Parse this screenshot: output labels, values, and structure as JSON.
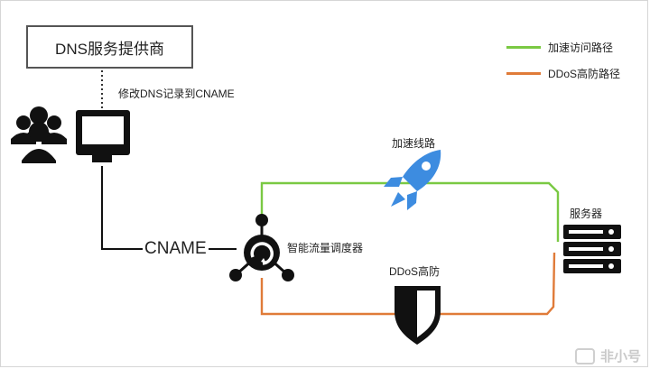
{
  "dns_provider": {
    "label": "DNS服务提供商"
  },
  "step_label": "修改DNS记录到CNAME",
  "cname_label": "CNAME",
  "scheduler_label": "智能流量调度器",
  "accel_line_label": "加速线路",
  "ddos_label": "DDoS高防",
  "server_label": "服务器",
  "legend": [
    {
      "label": "加速访问路径",
      "color": "#7ac943"
    },
    {
      "label": "DDoS高防路径",
      "color": "#e07b39"
    }
  ],
  "colors": {
    "accel_path": "#7ac943",
    "ddos_path": "#e07b39",
    "rocket": "#3d8ce0",
    "dark": "#111111"
  },
  "icons": [
    "users-icon",
    "monitor-icon",
    "scheduler-icon",
    "rocket-icon",
    "shield-icon",
    "server-icon"
  ],
  "watermark": "非小号"
}
